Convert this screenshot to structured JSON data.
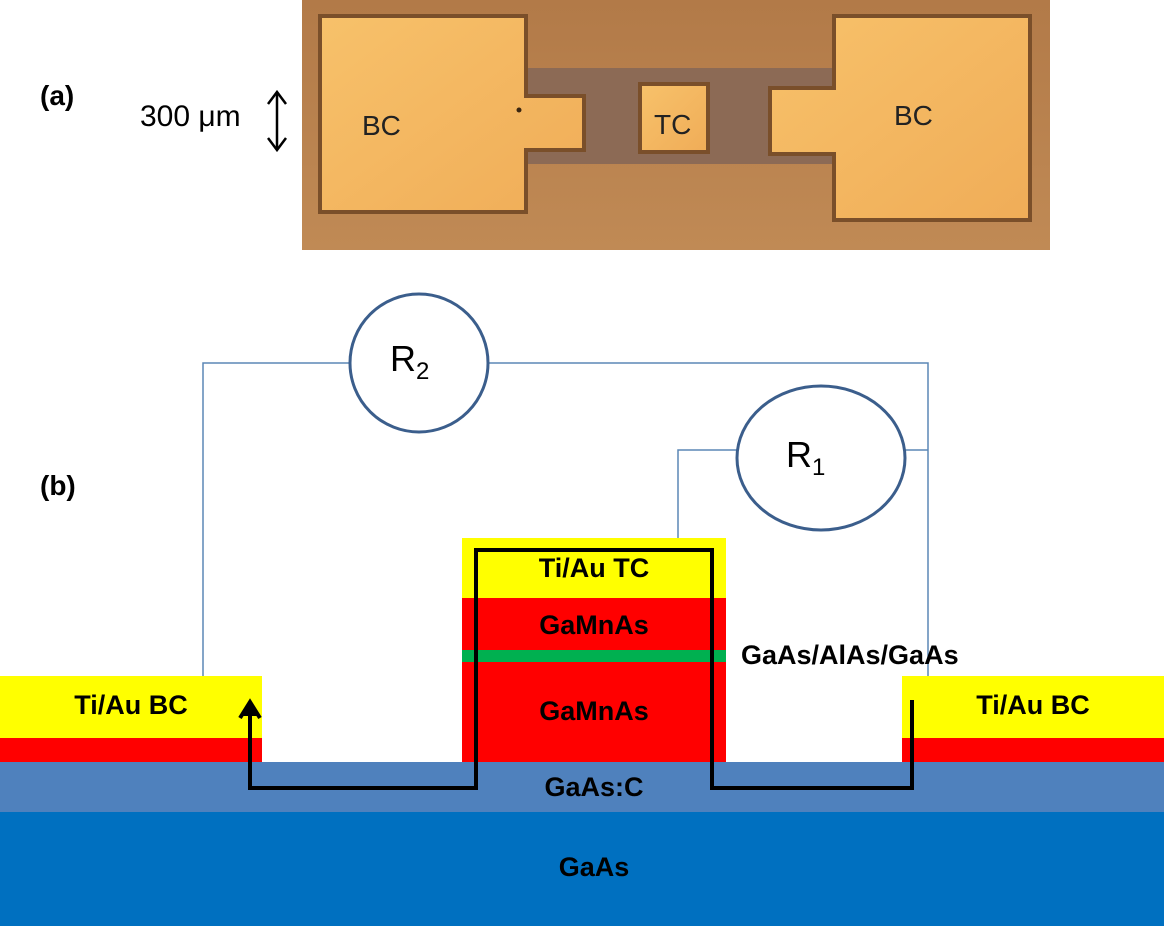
{
  "panel_a": {
    "label": "(a)",
    "scale_text": "300 μm",
    "pad_left": "BC",
    "pad_center": "TC",
    "pad_right": "BC"
  },
  "panel_b": {
    "label": "(b)",
    "r2_main": "R",
    "r2_sub": "2",
    "r1_main": "R",
    "r1_sub": "1",
    "tc_contact": "Ti/Au TC",
    "gamnas_top": "GaMnAs",
    "barrier": "GaAs/AlAs/GaAs",
    "gamnas_bottom": "GaMnAs",
    "bc_left": "Ti/Au BC",
    "bc_right": "Ti/Au BC",
    "gaas_c": "GaAs:C",
    "gaas": "GaAs"
  },
  "colors": {
    "gold": "#ffff00",
    "red": "#ff0000",
    "green": "#00b050",
    "gaas_c": "#4f81bd",
    "gaas": "#0070c0",
    "wire": "#5b87b6",
    "photo_bg": "#b9834e",
    "pad": "#f4b85f"
  }
}
